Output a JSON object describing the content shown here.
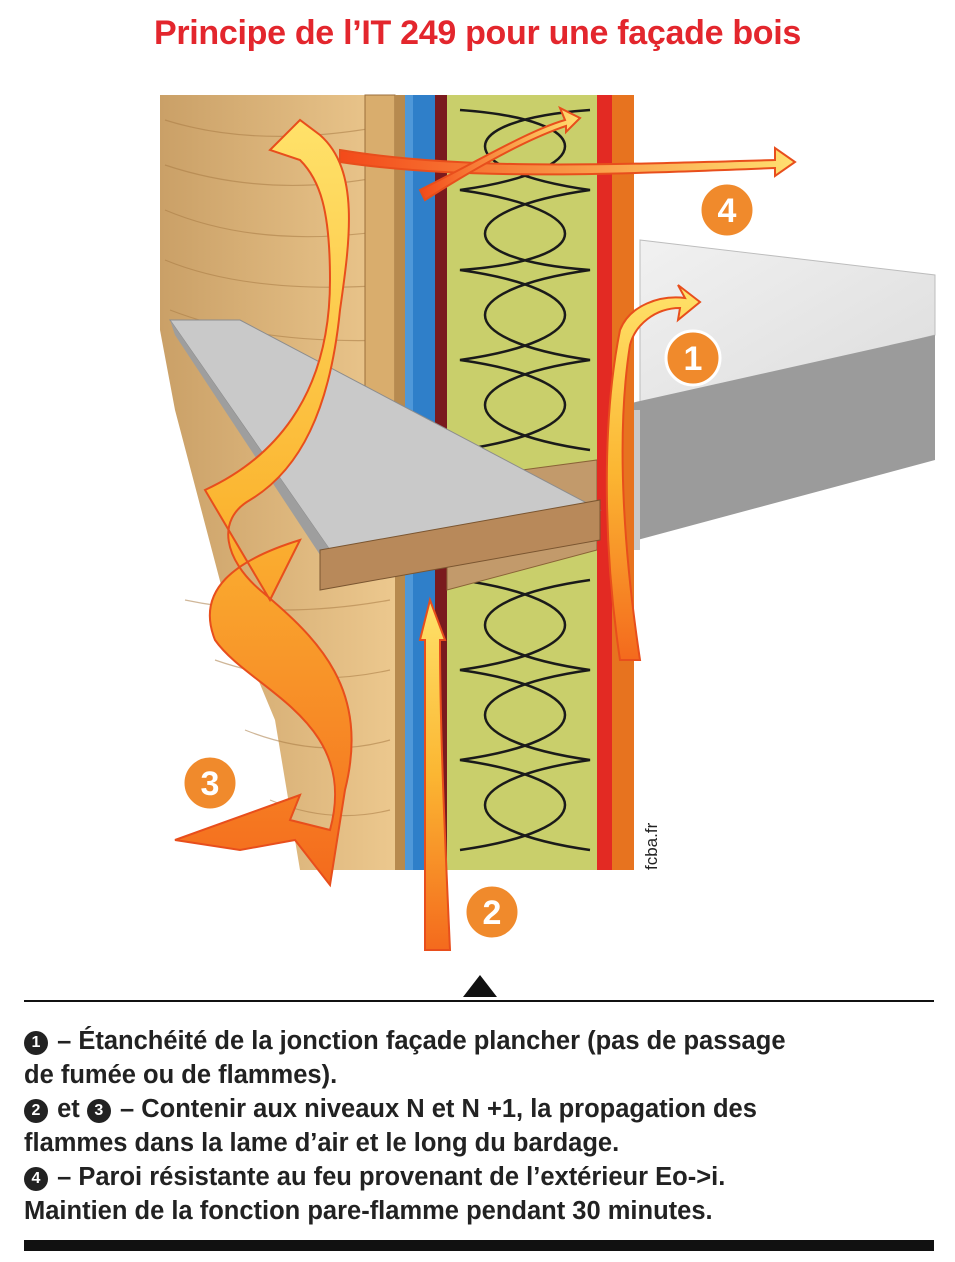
{
  "title": "Principe de l’IT 249 pour une façade bois",
  "credit": "fcba.fr",
  "markers": [
    "1",
    "2",
    "3",
    "4"
  ],
  "legend": [
    {
      "num": "1",
      "lines": [
        "– Étanchéité de la jonction façade plancher (pas de passage",
        "de fumée ou de flammes)."
      ]
    },
    {
      "nums": [
        "2",
        "3"
      ],
      "connector": "et",
      "lines": [
        "– Contenir aux niveaux N et N +1, la propagation des",
        "flammes dans la lame d’air et le long du bardage."
      ]
    },
    {
      "num": "4",
      "lines": [
        "– Paroi résistante au feu provenant de l’extérieur Eo->i.",
        "Maintien de la fonction pare-flamme pendant 30 minutes."
      ]
    }
  ],
  "colors": {
    "title": "#e3262d",
    "flame": "#f39a1f",
    "marker": "#f08a2c",
    "wood": "#e2b77a",
    "insulation": "#c9cf6b",
    "air_gap": "#2f7fc9",
    "barrier": "#e32a23"
  }
}
